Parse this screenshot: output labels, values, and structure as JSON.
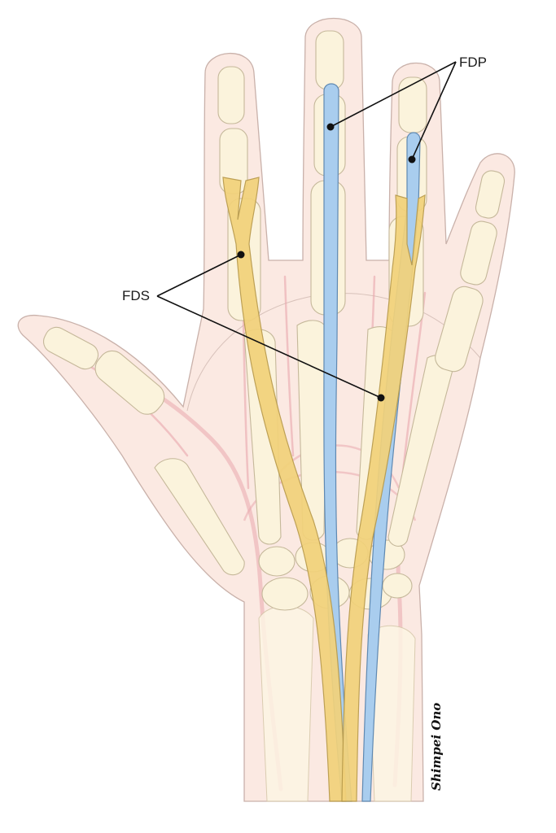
{
  "labels": {
    "fdp": "FDP",
    "fds": "FDS"
  },
  "signature": "Shimpei Ono",
  "colors": {
    "skin": "#fbe9e2",
    "bone": "#fbf3dc",
    "fds_tendon": "#f2d27a",
    "fdp_tendon": "#a9cdee",
    "vessel": "#eaa7ad"
  }
}
